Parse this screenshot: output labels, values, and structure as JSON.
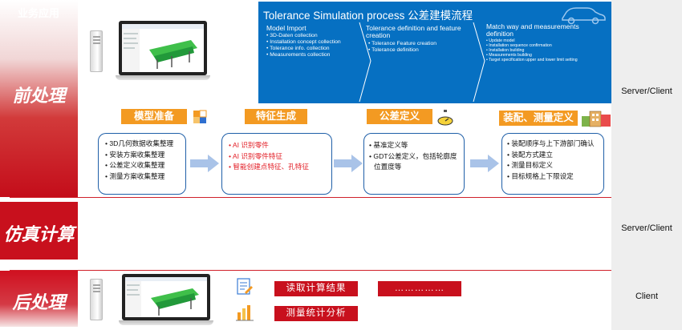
{
  "left_column": {
    "header": "业务应用",
    "phases": [
      {
        "label": "前处理"
      },
      {
        "label": "仿真计算"
      },
      {
        "label": "后处理"
      }
    ]
  },
  "right_column": {
    "labels": [
      "Server/Client",
      "Server/Client",
      "Client"
    ]
  },
  "banner": {
    "title": "Tolerance Simulation process 公差建模流程",
    "columns": [
      {
        "title": "Model Import",
        "items": [
          "3D-Daten collection",
          "Installation concept collection",
          "Tolerance info. collection",
          "Measurements collection"
        ]
      },
      {
        "title": "Tolerance definition and feature creation",
        "items": [
          "Tolerance Feature creation",
          "Tolerance definition"
        ]
      },
      {
        "title": "Match way and measurements definition",
        "items": [
          "Update model",
          "Installation sequence confirmation",
          "Installation building",
          "Measurements building",
          "Target specification upper and lower limit setting"
        ]
      }
    ]
  },
  "steps": [
    {
      "label": "模型准备",
      "items": [
        {
          "text": "3D几何数据收集整理",
          "red": false
        },
        {
          "text": "安装方案收集整理",
          "red": false
        },
        {
          "text": "公差定义收集整理",
          "red": false
        },
        {
          "text": "测量方案收集整理",
          "red": false
        }
      ]
    },
    {
      "label": "特征生成",
      "items": [
        {
          "text": "AI 识别零件",
          "red": true
        },
        {
          "text": "AI 识别零件特征",
          "red": true
        },
        {
          "text": "智能创建点特征、孔特征",
          "red": true
        }
      ]
    },
    {
      "label": "公差定义",
      "items": [
        {
          "text": "基准定义等",
          "red": false
        },
        {
          "text": "GDT公差定义，包括轮廓度",
          "red": false
        },
        {
          "text": "位置度等",
          "red": false
        }
      ]
    },
    {
      "label": "装配、测量定义",
      "items": [
        {
          "text": "装配顺序与上下游部门确认",
          "red": false
        },
        {
          "text": "装配方式建立",
          "red": false
        },
        {
          "text": "测量目标定义",
          "red": false
        },
        {
          "text": "目标规格上下限设定",
          "red": false
        }
      ]
    }
  ],
  "post": {
    "read_results": "读取计算结果",
    "ellipsis": "……………",
    "stats": "测量统计分析"
  },
  "colors": {
    "accent_red": "#c8101d",
    "banner_blue": "#0670c2",
    "step_orange": "#f39a22",
    "box_border": "#1f5fa8"
  }
}
